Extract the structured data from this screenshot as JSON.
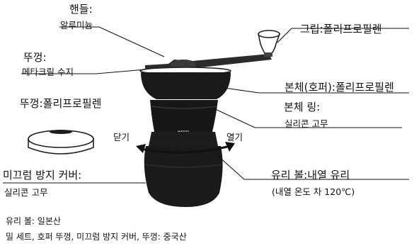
{
  "labels": {
    "handle_title": "핸들:",
    "handle_material": "알루미늄",
    "grip": "그립:폴리프로필렌",
    "lid_title": "뚜껑:",
    "lid_material": "메타크릴 수지",
    "body": "본체(호퍼):폴리프로필렌",
    "lid_loose": "뚜껑:폴리프로필렌",
    "ring_title": "본체 링:",
    "ring_material": "실리콘 고무",
    "close": "닫기",
    "open": "열기",
    "antislip_title": "미끄럼 방지 커버:",
    "antislip_material": "실리콘 고무",
    "glass_title": "유리 볼:내열 유리",
    "glass_heat": "(내열 온도 차 120℃)"
  },
  "brand": "HARIO",
  "origin": {
    "line1": "유리 볼: 일본산",
    "line2": "밀 세트, 호퍼 뚜껑, 미끄럼 방지 커버, 뚜껑: 중국산"
  }
}
